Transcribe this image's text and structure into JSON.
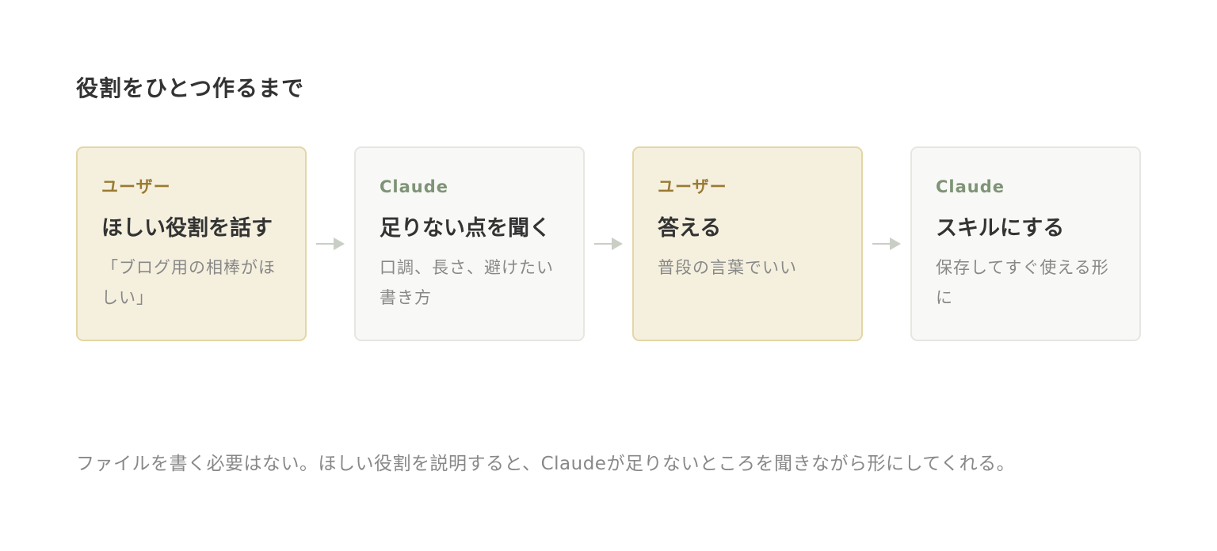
{
  "title": "役割をひとつ作るまで",
  "steps": [
    {
      "actor": "ユーザー",
      "heading": "ほしい役割を話す",
      "desc": "「ブログ用の相棒がほしい」"
    },
    {
      "actor": "Claude",
      "heading": "足りない点を聞く",
      "desc": "口調、長さ、避けたい書き方"
    },
    {
      "actor": "ユーザー",
      "heading": "答える",
      "desc": "普段の言葉でいい"
    },
    {
      "actor": "Claude",
      "heading": "スキルにする",
      "desc": "保存してすぐ使える形に"
    }
  ],
  "arrow_icon": "arrow-right-icon",
  "footer": "ファイルを書く必要はない。ほしい役割を説明すると、Claudeが足りないところを聞きながら形にしてくれる。",
  "colors": {
    "user_card_bg": "#f5f0de",
    "user_card_border": "#e3d6a6",
    "user_actor": "#9a7a32",
    "claude_card_bg": "#f8f8f6",
    "claude_card_border": "#e6e6e2",
    "claude_actor": "#7f9477",
    "arrow": "#c9cfc4"
  }
}
